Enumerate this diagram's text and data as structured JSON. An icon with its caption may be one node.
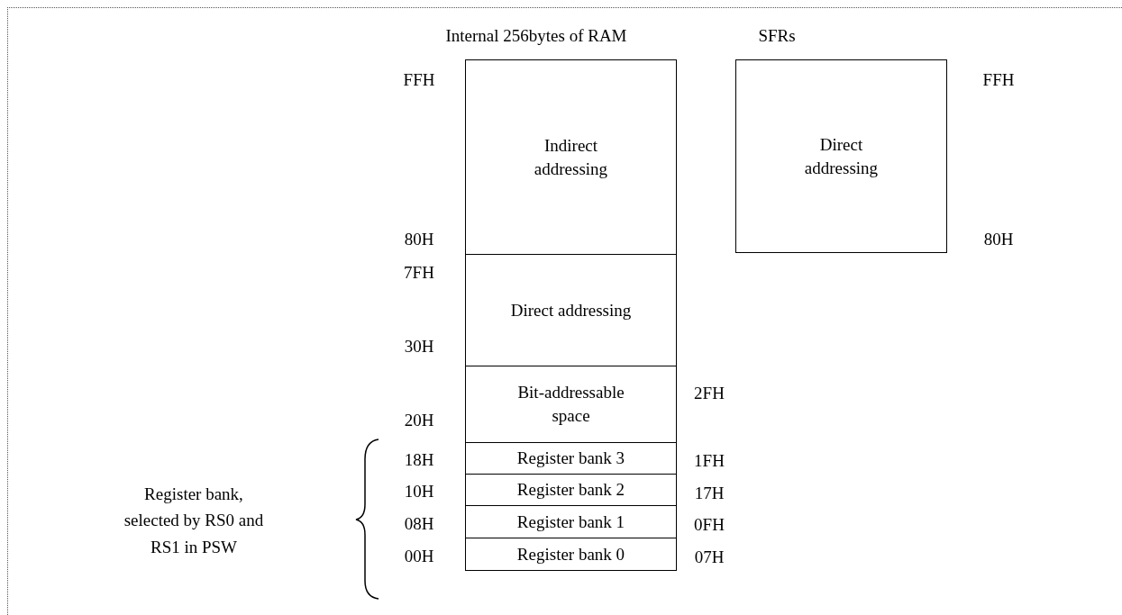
{
  "diagram": {
    "nodes": [
      {
        "text": [
          "Indirect addressing"
        ]
      },
      {
        "text": [
          "Direct addressing"
        ]
      },
      {
        "text": [
          "Bit-addressable space"
        ]
      },
      {
        "text": [
          "Register bank 3"
        ]
      },
      {
        "text": [
          "Register bank 2"
        ]
      },
      {
        "text": [
          "Register bank 1"
        ]
      },
      {
        "text": [
          "Register bank 0"
        ]
      },
      {
        "text": [
          "Direct addressing"
        ]
      }
    ],
    "edges": [],
    "labels": [
      "Internal 256bytes of RAM",
      "SFRs",
      "FFH",
      "FFH",
      "80H",
      "80H",
      "7FH",
      "30H",
      "2FH",
      "20H",
      "18H",
      "1FH",
      "Register bank, selected by RS0 and RS1 in PSW",
      "10H",
      "17H",
      "08H",
      "0FH",
      "00H",
      "07H"
    ]
  }
}
